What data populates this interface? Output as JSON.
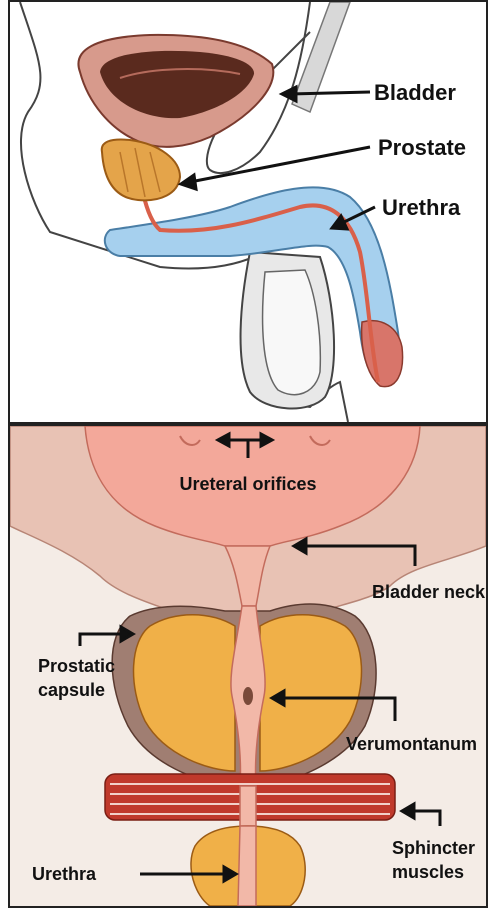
{
  "top_panel": {
    "labels": {
      "bladder": "Bladder",
      "prostate": "Prostate",
      "urethra": "Urethra"
    }
  },
  "bottom_panel": {
    "labels": {
      "ureteral_orifices": "Ureteral orifices",
      "bladder_neck": "Bladder neck",
      "prostatic_capsule_line1": "Prostatic",
      "prostatic_capsule_line2": "capsule",
      "verumontanum": "Verumontanum",
      "sphincter_line1": "Sphincter",
      "sphincter_line2": "muscles",
      "urethra": "Urethra"
    }
  },
  "colors": {
    "bladder_wall": "#c98a7a",
    "bladder_lumen": "#5a2a1e",
    "prostate": "#e39a3a",
    "urethra_tube": "#8fc2e6",
    "urethra_line": "#d9604a",
    "mucosa": "#f2b8a8",
    "sphincter": "#c0392b"
  }
}
